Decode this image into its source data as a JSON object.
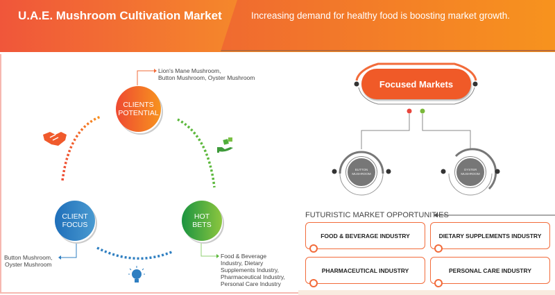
{
  "header": {
    "title": "U.A.E. Mushroom Cultivation Market",
    "subtitle": "Increasing demand for healthy food is boosting market growth."
  },
  "cycle": {
    "clients_potential": {
      "label_line1": "CLIENTS",
      "label_line2": "POTENTIAL",
      "note_line1": "Lion's Mane Mushroom,",
      "note_line2": "Button Mushroom, Oyster Mushroom"
    },
    "client_focus": {
      "label_line1": "CLIENT",
      "label_line2": "FOCUS",
      "note_line1": "Button Mushroom,",
      "note_line2": "Oyster Mushroom"
    },
    "hot_bets": {
      "label_line1": "HOT",
      "label_line2": "BETS",
      "note_lines": [
        "Food & Beverage",
        "Industry, Dietary",
        "Supplements Industry,",
        "Pharmaceutical Industry,",
        "Personal Care Industry"
      ]
    },
    "icons": [
      "handshake-icon",
      "money-hand-icon",
      "lightbulb-icon"
    ]
  },
  "focused_markets": {
    "title": "Focused Markets",
    "items": [
      {
        "line1": "BUTTON",
        "line2": "MUSHROOM"
      },
      {
        "line1": "OYSTER",
        "line2": "MUSHROOM"
      }
    ]
  },
  "opportunities": {
    "heading": "FUTURISTIC MARKET OPPORTUNITIES",
    "items": [
      "FOOD & BEVERAGE INDUSTRY",
      "DIETARY SUPPLEMENTS INDUSTRY",
      "PHARMACEUTICAL INDUSTRY",
      "PERSONAL CARE INDUSTRY"
    ]
  },
  "colors": {
    "orange": "#f26b3a",
    "blue": "#2f7fc1",
    "green": "#4fae3a"
  }
}
